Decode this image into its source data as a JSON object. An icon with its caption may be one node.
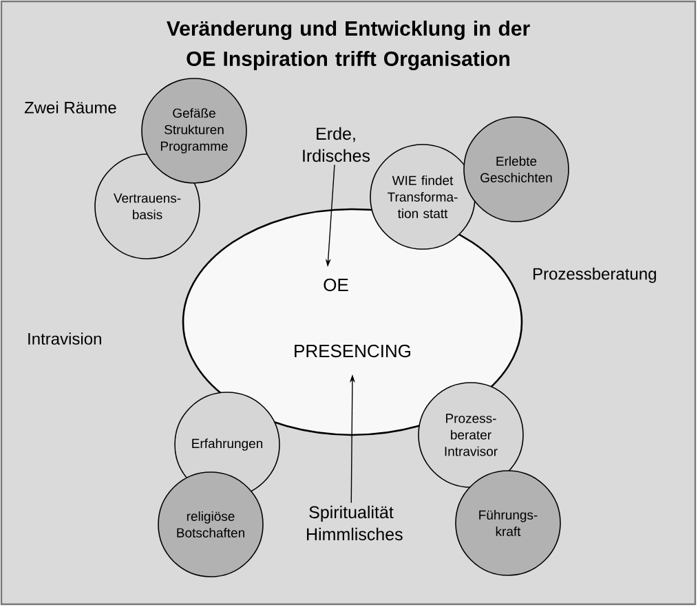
{
  "diagram": {
    "title": "Veränderung und Entwicklung in der OE Inspiration trifft Organisation",
    "nodes": [
      {
        "text": [
          "OE",
          "PRESENCING"
        ]
      },
      {
        "text": [
          "Gefäße Strukturen Programme"
        ]
      },
      {
        "text": [
          "Erde, Irdisches"
        ]
      },
      {
        "text": [
          "Erlebte Geschichten"
        ]
      },
      {
        "text": [
          "WIE findet Transforma-tion statt"
        ]
      },
      {
        "text": [
          "Vertrauens-basis"
        ]
      },
      {
        "text": [
          "Erfahrungen"
        ]
      },
      {
        "text": [
          "Prozess-berater Intravisor"
        ]
      },
      {
        "text": [
          "religiöse Botschaften"
        ]
      },
      {
        "text": [
          "Spiritualität Himmlisches"
        ]
      },
      {
        "text": [
          "Führungs-kraft"
        ]
      }
    ],
    "edges": [
      {
        "from": 2,
        "to": 0,
        "arrow": "to"
      },
      {
        "from": 9,
        "to": 0,
        "arrow": "to"
      }
    ],
    "labels": [
      "Zwei Räume",
      "Prozessberatung",
      "Intravision"
    ]
  }
}
